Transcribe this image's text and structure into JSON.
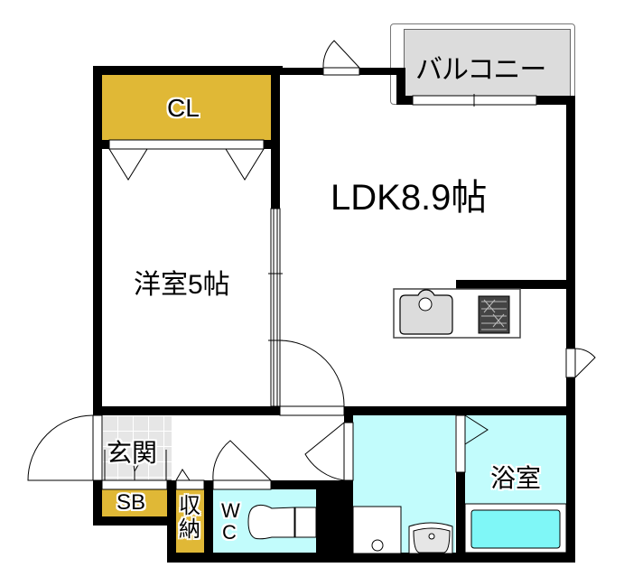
{
  "floor_plan": {
    "type": "apartment-1LDK",
    "colors": {
      "wall": "#000000",
      "storage": "#E0B836",
      "balcony": "#DCDCDC",
      "wet_area": "#C2FCFC",
      "bathtub": "#7FF7F7",
      "entrance_tile": "#E6E6E6",
      "background": "#FFFFFF"
    },
    "rooms": [
      {
        "id": "ldk",
        "label": "LDK8.9帖"
      },
      {
        "id": "western",
        "label": "洋室5帖"
      },
      {
        "id": "closet",
        "label": "CL"
      },
      {
        "id": "balcony",
        "label": "バルコニー"
      },
      {
        "id": "entrance",
        "label": "玄関"
      },
      {
        "id": "shoebox",
        "label": "SB"
      },
      {
        "id": "storage",
        "label": "収納"
      },
      {
        "id": "wc",
        "label_line1": "W",
        "label_line2": "C"
      },
      {
        "id": "bath",
        "label": "浴室"
      },
      {
        "id": "washroom",
        "label": ""
      }
    ],
    "fixtures": [
      "kitchen-sink",
      "gas-stove",
      "toilet",
      "wash-basin",
      "washing-machine-pan",
      "bathtub"
    ]
  }
}
